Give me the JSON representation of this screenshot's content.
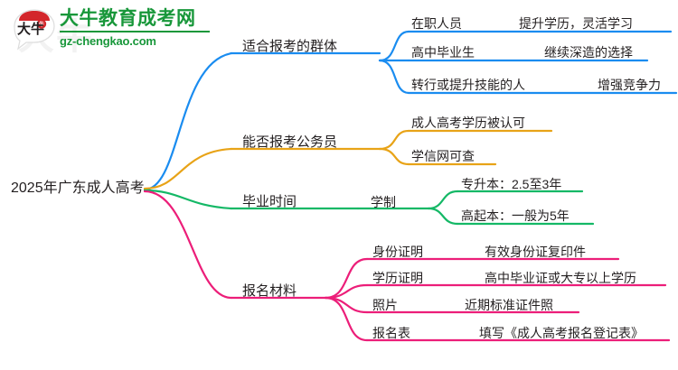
{
  "watermark": {
    "brand_cn": "大牛教育成考网",
    "brand_url": "gz-chengkao.com",
    "mark_text": "大牛",
    "ghost_text": "大牛"
  },
  "colors": {
    "blue": "#1a8cf0",
    "orange": "#e8a317",
    "green": "#14b866",
    "pink": "#ec1e79",
    "text": "#231f20"
  },
  "mindmap": {
    "root": "2025年广东成人高考",
    "branches": [
      {
        "id": "suitable-groups",
        "label": "适合报考的群体",
        "color": "#1a8cf0",
        "leaves": [
          {
            "key": "在职人员",
            "value": "提升学历，灵活学习"
          },
          {
            "key": "高中毕业生",
            "value": "继续深造的选择"
          },
          {
            "key": "转行或提升技能的人",
            "value": "增强竞争力"
          }
        ]
      },
      {
        "id": "civil-servant",
        "label": "能否报考公务员",
        "color": "#e8a317",
        "leaves": [
          {
            "key": "成人高考学历被认可",
            "value": ""
          },
          {
            "key": "学信网可查",
            "value": ""
          }
        ]
      },
      {
        "id": "graduation-time",
        "label": "毕业时间",
        "color": "#14b866",
        "mid": "学制",
        "leaves": [
          {
            "key": "专升本：2.5至3年",
            "value": ""
          },
          {
            "key": "高起本：一般为5年",
            "value": ""
          }
        ]
      },
      {
        "id": "application-materials",
        "label": "报名材料",
        "color": "#ec1e79",
        "leaves": [
          {
            "key": "身份证明",
            "value": "有效身份证复印件"
          },
          {
            "key": "学历证明",
            "value": "高中毕业证或大专以上学历"
          },
          {
            "key": "照片",
            "value": "近期标准证件照"
          },
          {
            "key": "报名表",
            "value": "填写《成人高考报名登记表》"
          }
        ]
      }
    ]
  }
}
